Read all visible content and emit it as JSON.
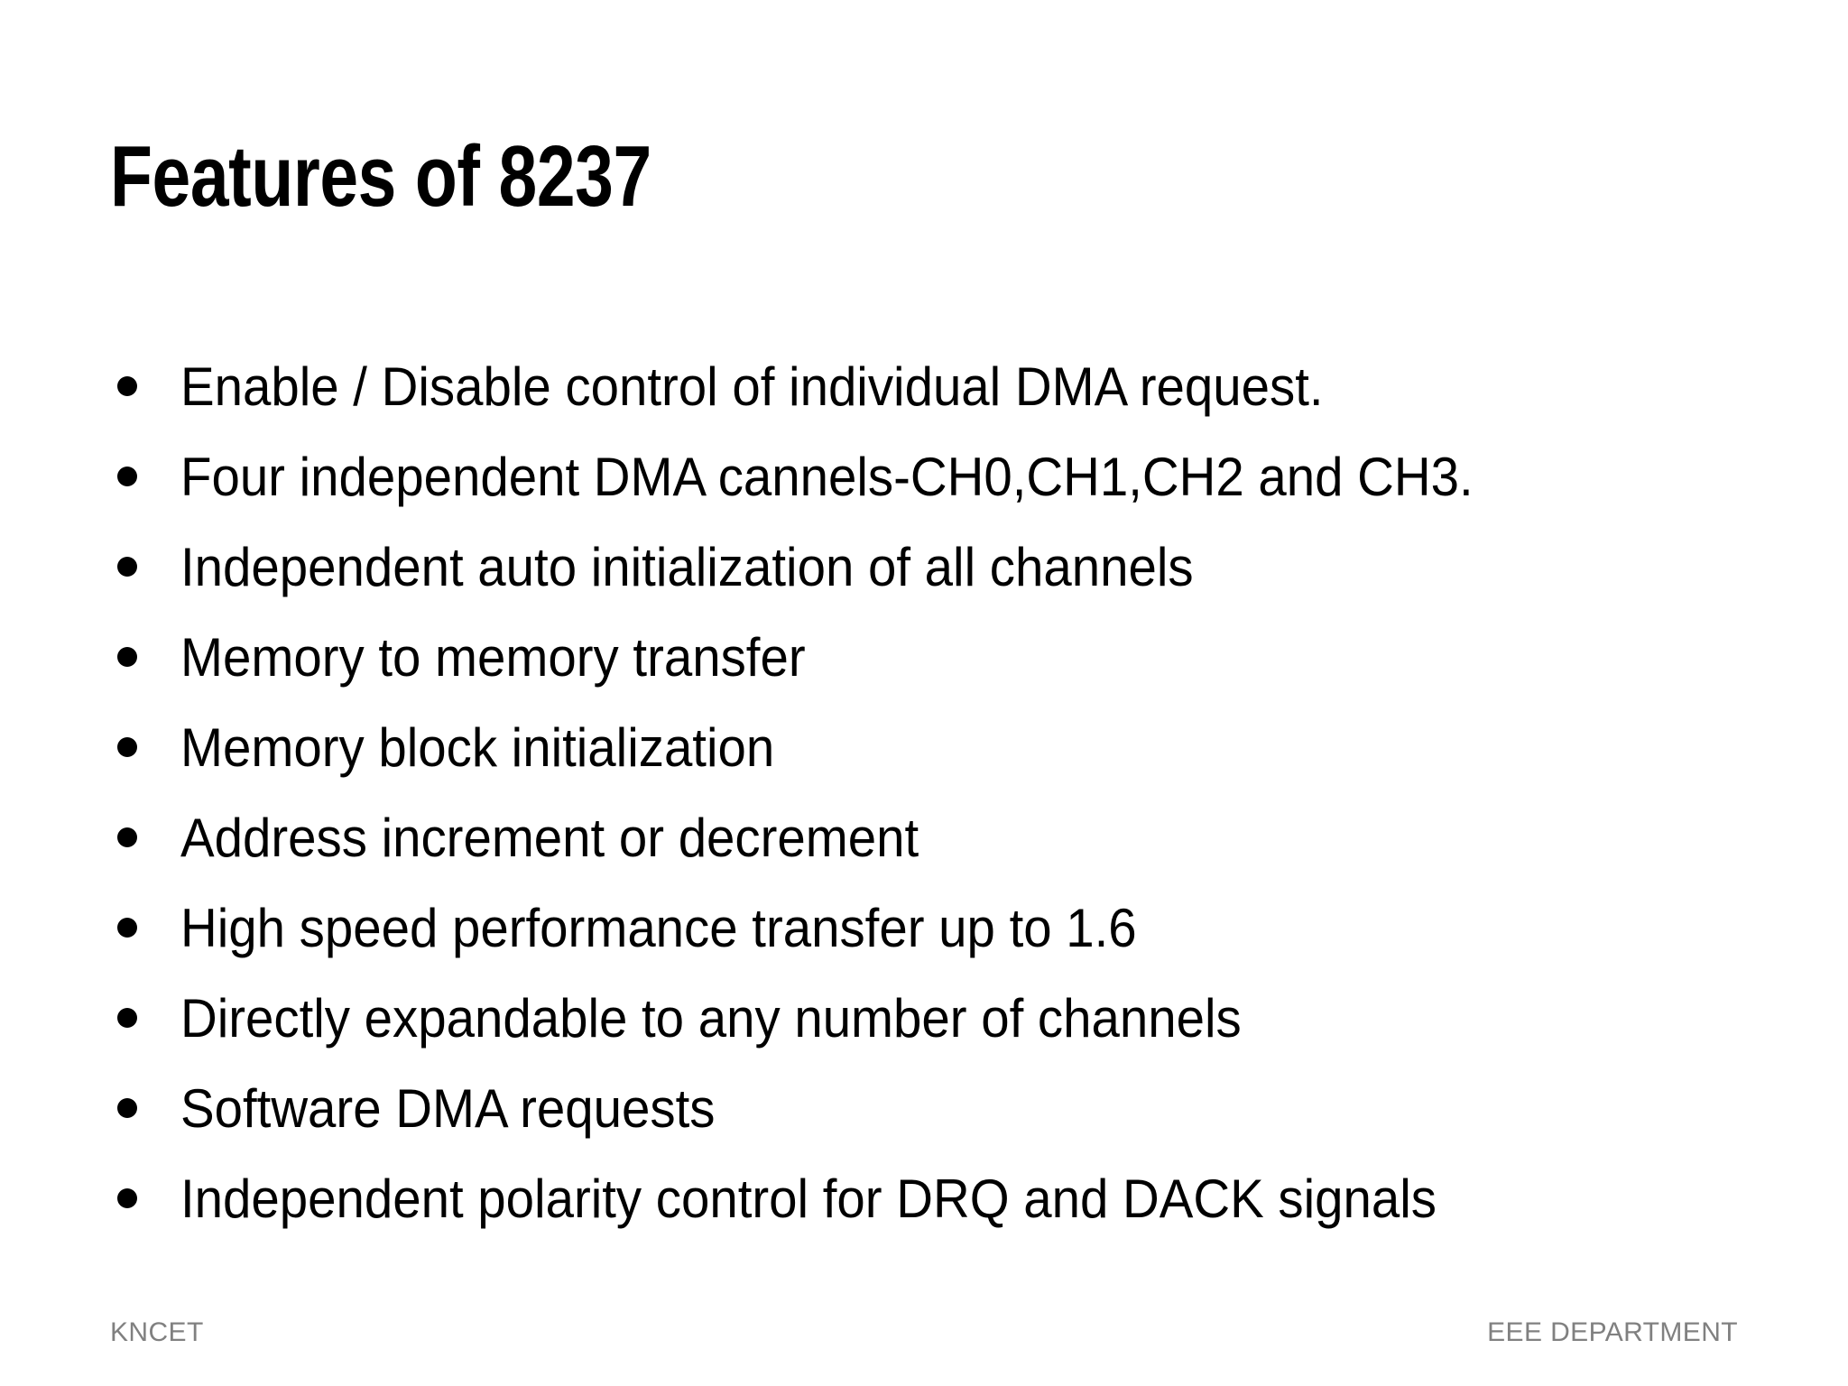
{
  "slide": {
    "title": "Features of 8237",
    "bullet_glyph": "bullet-dot",
    "text_color": "#000000",
    "background_color": "#ffffff",
    "bullets": [
      "Enable / Disable control of individual DMA request.",
      "Four independent DMA cannels-CH0,CH1,CH2 and CH3.",
      "Independent auto initialization of all channels",
      "Memory to memory transfer",
      "Memory block initialization",
      "Address increment or decrement",
      "High speed performance transfer up to 1.6",
      "Directly expandable to any number of channels",
      "Software DMA requests",
      "Independent polarity control for DRQ and DACK signals"
    ]
  },
  "footer": {
    "left": "KNCET",
    "right": "EEE DEPARTMENT",
    "color": "#808080"
  }
}
